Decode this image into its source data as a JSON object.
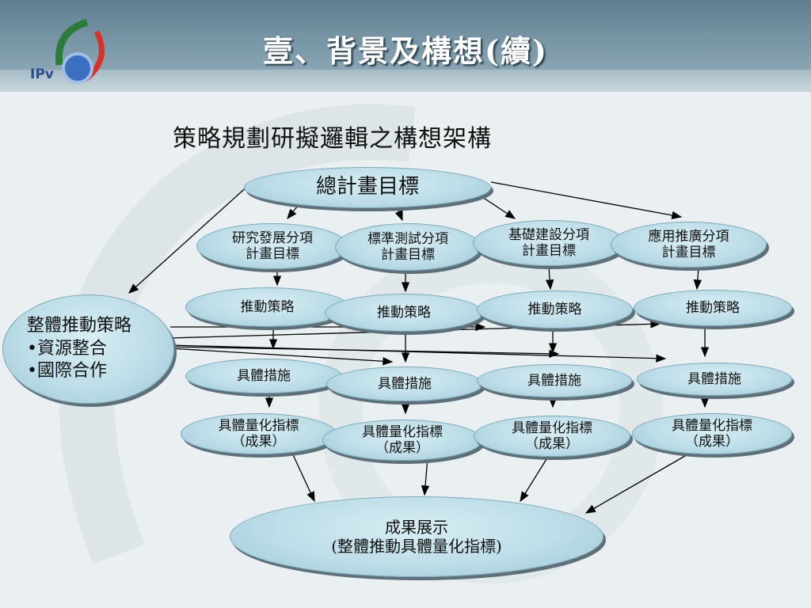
{
  "header": {
    "title": "壹、背景及構想(續)",
    "logo_text": "IPv",
    "logo_icon": "ipv6-logo-icon"
  },
  "subtitle": "策略規劃研擬邏輯之構想架構",
  "diagram": {
    "goal": "總計畫目標",
    "subprojects": [
      {
        "line1": "研究發展分項",
        "line2": "計畫目標"
      },
      {
        "line1": "標準測試分項",
        "line2": "計畫目標"
      },
      {
        "line1": "基礎建設分項",
        "line2": "計畫目標"
      },
      {
        "line1": "應用推廣分項",
        "line2": "計畫目標"
      }
    ],
    "strategies": [
      "推動策略",
      "推動策略",
      "推動策略",
      "推動策略"
    ],
    "measures": [
      "具體措施",
      "具體措施",
      "具體措施",
      "具體措施"
    ],
    "indicators": [
      {
        "line1": "具體量化指標",
        "line2": "（成果）"
      },
      {
        "line1": "具體量化指標",
        "line2": "（成果）"
      },
      {
        "line1": "具體量化指標",
        "line2": "（成果）"
      },
      {
        "line1": "具體量化指標",
        "line2": "（成果）"
      }
    ],
    "overall": {
      "title": "整體推動策略",
      "bullet1": "•資源整合",
      "bullet2": "•國際合作"
    },
    "result": {
      "line1": "成果展示",
      "line2": "(整體推動具體量化指標)"
    }
  },
  "colors": {
    "node_fill": "#bddde8",
    "node_shadow": "#5d6f78",
    "header": "#6d8c9c",
    "title_text": "#ffffff"
  }
}
